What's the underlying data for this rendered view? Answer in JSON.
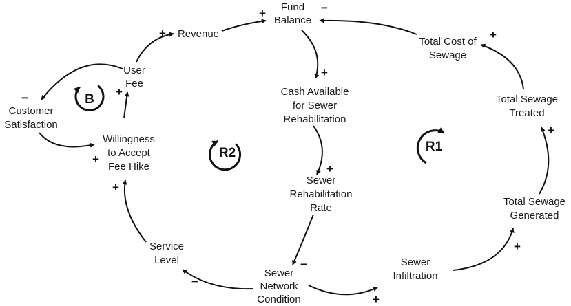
{
  "nodes": {
    "fund_balance": [
      "Fund",
      "Balance"
    ],
    "revenue": [
      "Revenue"
    ],
    "user_fee": [
      "User",
      "Fee"
    ],
    "customer_satisfaction": [
      "Customer",
      "Satisfaction"
    ],
    "willingness": [
      "Willingness",
      "to Accept",
      "Fee Hike"
    ],
    "total_cost": [
      "Total Cost of",
      "Sewage"
    ],
    "cash_available": [
      "Cash Available",
      "for Sewer",
      "Rehabilitation"
    ],
    "total_treated": [
      "Total Sewage",
      "Treated"
    ],
    "rehab_rate": [
      "Sewer",
      "Rehabilitation",
      "Rate"
    ],
    "total_generated": [
      "Total Sewage",
      "Generated"
    ],
    "service_level": [
      "Service",
      "Level"
    ],
    "network_condition": [
      "Sewer",
      "Network",
      "Condition"
    ],
    "infiltration": [
      "Sewer",
      "Infiltration"
    ]
  },
  "loops": {
    "b": "B",
    "r1": "R1",
    "r2": "R2"
  },
  "polarities": {
    "revenue_to_fund": "+",
    "cost_to_fund": "−",
    "fee_to_revenue": "+",
    "fee_to_satisfaction": "−",
    "willingness_to_fee": "+",
    "satisfaction_to_willingness": "+",
    "service_to_willingness": "+",
    "treated_to_cost": "+",
    "fund_to_cash": "+",
    "generated_to_treated": "+",
    "cash_to_rehab": "+",
    "rehab_to_condition": "−",
    "condition_to_service": "−",
    "infiltration_to_generated": "+",
    "condition_to_infiltration": "+"
  }
}
